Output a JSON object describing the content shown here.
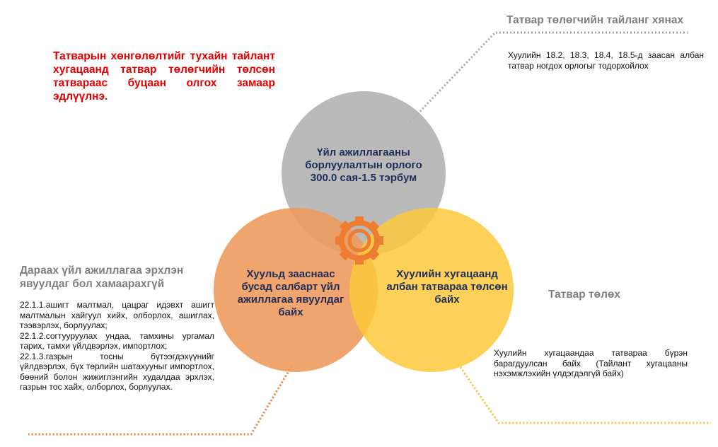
{
  "intro_note": "Татварын хөнгөлөлтийг тухайн тайлант хугацаанд татвар төлөгчийн төлсөн татвараас буцаан олгох замаар эдлүүлнэ.",
  "circles": {
    "top": {
      "label": "Үйл ажиллагааны борлуулалтын орлого 300.0 сая-1.5 тэрбум",
      "color": "#b2b2b2"
    },
    "left": {
      "label": "Хуульд зааснаас бусад салбарт үйл ажиллагаа явуулдаг байх",
      "color": "#ee9a5e"
    },
    "right": {
      "label": "Хуулийн хугацаанд албан татвараа төлсөн байх",
      "color": "#fdc93a"
    }
  },
  "gear": {
    "icon": "gear-icon",
    "color": "#ed7d31"
  },
  "callouts": {
    "top_right": {
      "title": "Татвар төлөгчийн тайланг хянах",
      "text": "Хуулийн 18.2, 18.3, 18.4, 18.5-д заасан албан татвар ногдох орлогыг тодорхойлох"
    },
    "left": {
      "title": "Дараах үйл ажиллагаа эрхлэн явуулдаг бол хамаарахгүй",
      "items": [
        "22.1.1.ашигт малтмал, цацраг идэвхт ашигт малтмалын хайгуул хийх, олборлох, ашиглах, тээвэрлэх, борлуулах;",
        "22.1.2.согтууруулах ундаа, тамхины ургамал тарих, тамхи үйлдвэрлэх, импортлох;",
        "22.1.3.газрын тосны бүтээгдэхүүнийг үйлдвэрлэх, бүх төрлийн шатахууныг импортлох, бөөний болон жижиглэнгийн худалдаа эрхлэх, газрын тос хайх, олборлох, борлуулах."
      ]
    },
    "right": {
      "title": "Татвар төлөх",
      "text": "Хуулийн хугацаандаа татвараа бүрэн барагдуулсан байх (Тайлант хугацааны нэхэмжлэхийн үлдэгдэлгүй байх)"
    }
  }
}
